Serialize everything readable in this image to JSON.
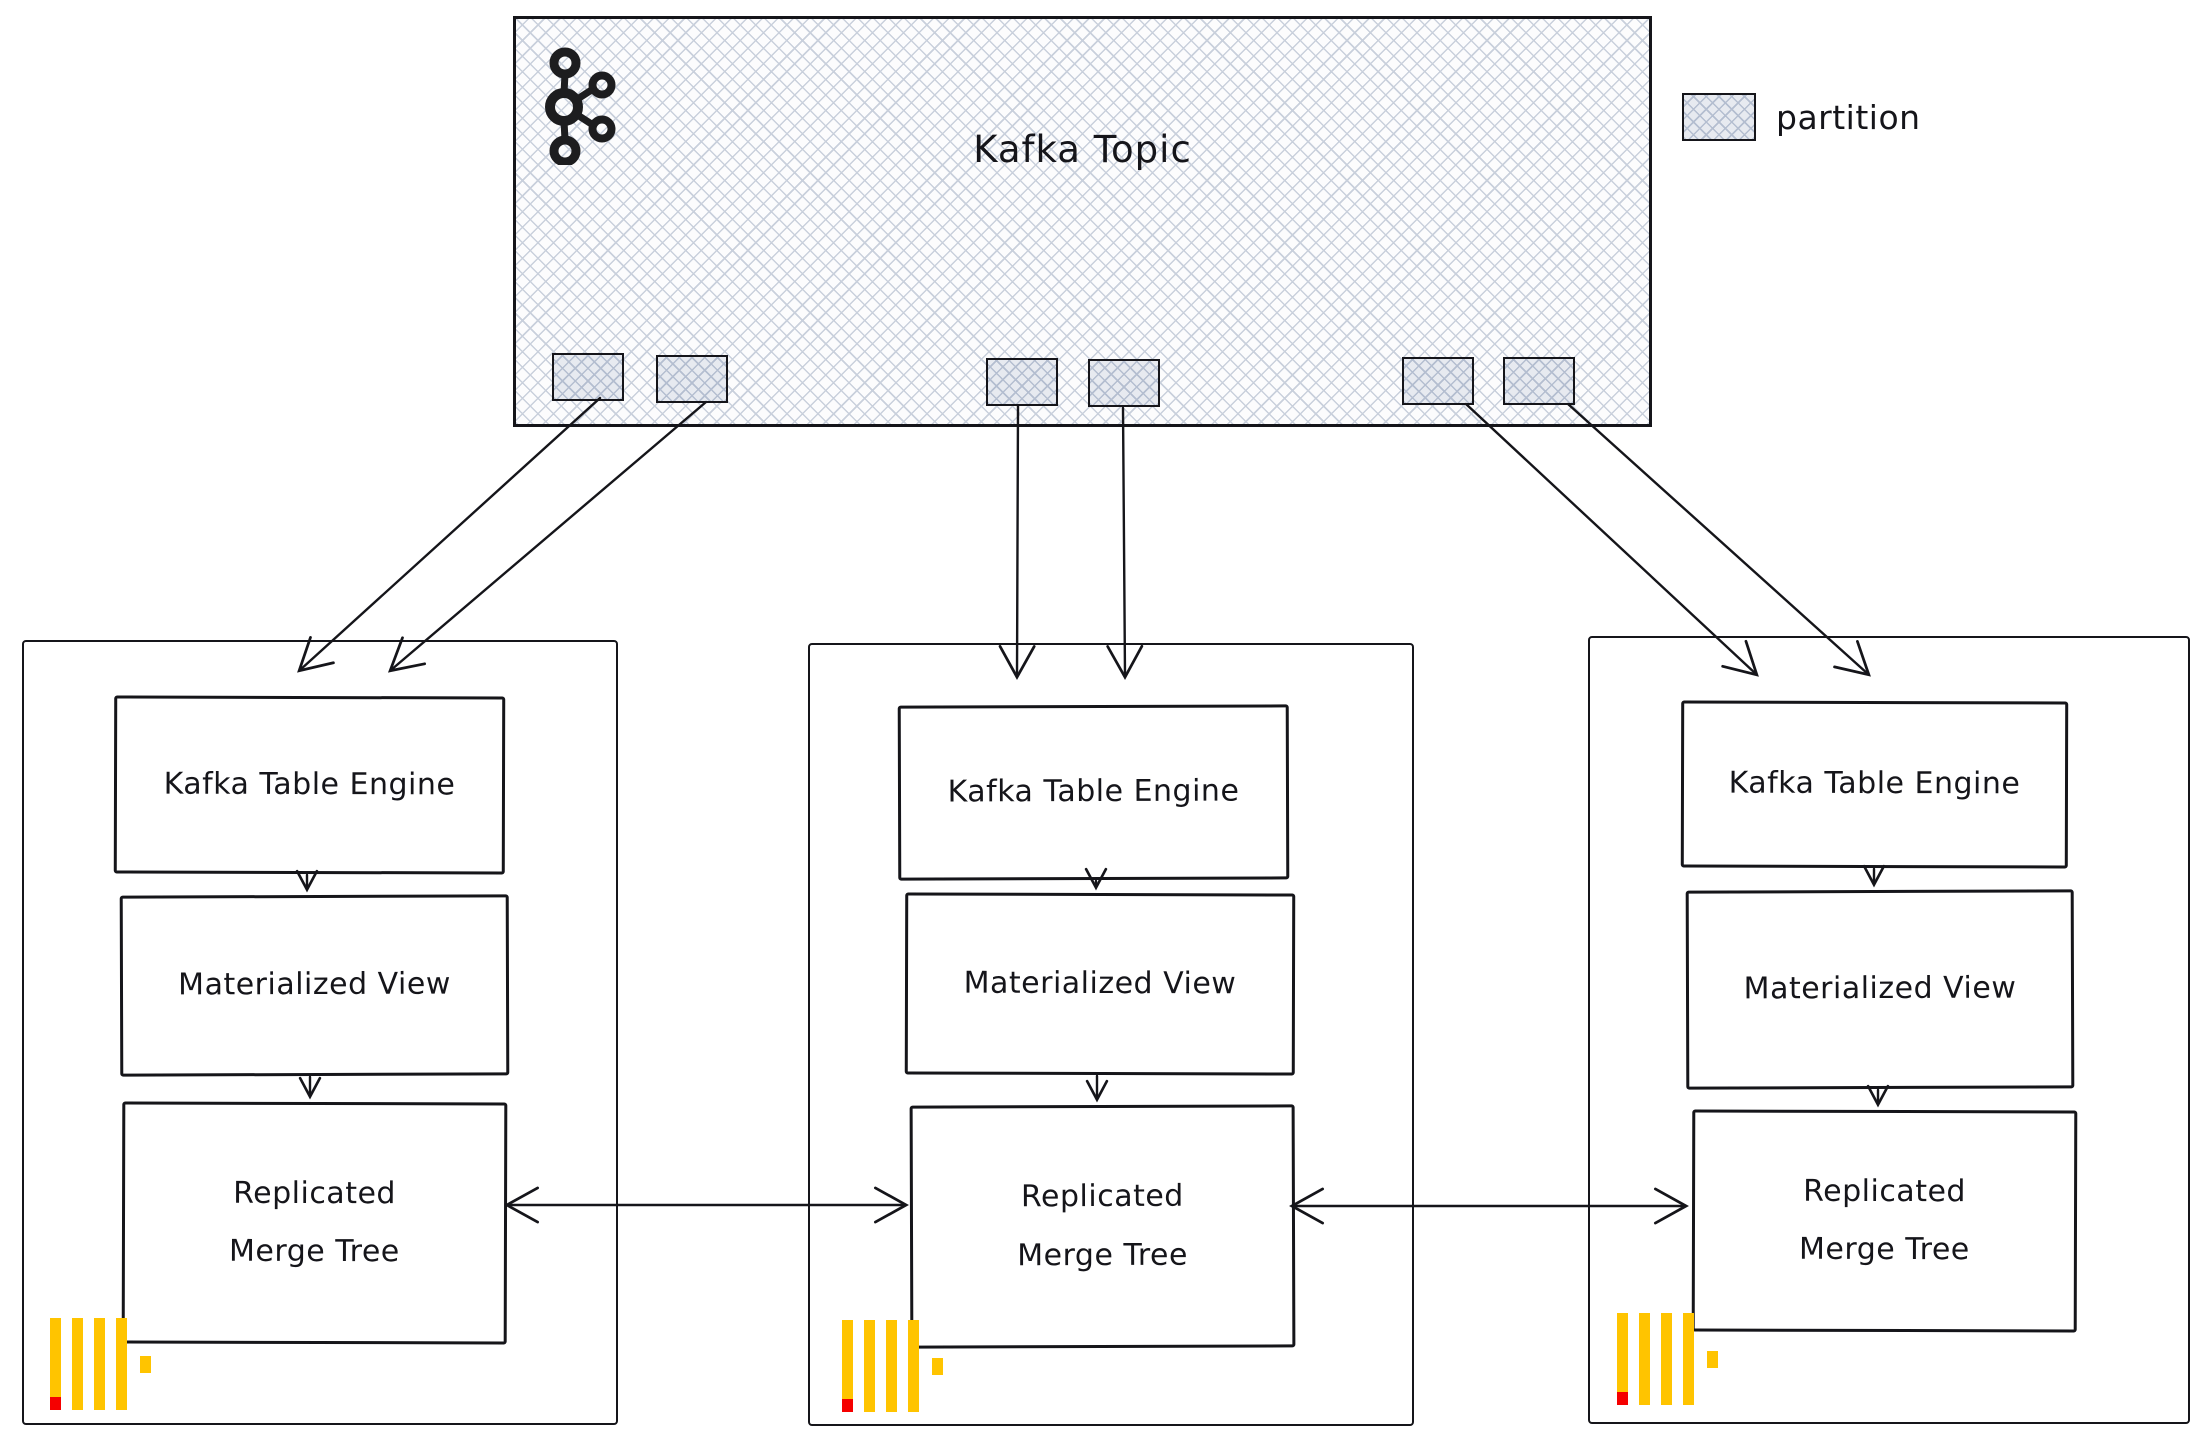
{
  "diagram": {
    "kafka_topic": {
      "label": "Kafka Topic",
      "icon": "kafka-logo-icon",
      "partition_count": 6
    },
    "legend": {
      "label": "partition"
    },
    "nodes": [
      {
        "id": "node-1",
        "kafka_table_engine": "Kafka Table Engine",
        "materialized_view": "Materialized View",
        "replicated_merge_tree": [
          "Replicated",
          "Merge Tree"
        ],
        "icon": "clickhouse-logo-icon"
      },
      {
        "id": "node-2",
        "kafka_table_engine": "Kafka Table Engine",
        "materialized_view": "Materialized View",
        "replicated_merge_tree": [
          "Replicated",
          "Merge Tree"
        ],
        "icon": "clickhouse-logo-icon"
      },
      {
        "id": "node-3",
        "kafka_table_engine": "Kafka Table Engine",
        "materialized_view": "Materialized View",
        "replicated_merge_tree": [
          "Replicated",
          "Merge Tree"
        ],
        "icon": "clickhouse-logo-icon"
      }
    ],
    "edges": [
      {
        "from": "partition-1",
        "to": "node-1-kafka-table-engine"
      },
      {
        "from": "partition-2",
        "to": "node-1-kafka-table-engine"
      },
      {
        "from": "partition-3",
        "to": "node-2-kafka-table-engine"
      },
      {
        "from": "partition-4",
        "to": "node-2-kafka-table-engine"
      },
      {
        "from": "partition-5",
        "to": "node-3-kafka-table-engine"
      },
      {
        "from": "partition-6",
        "to": "node-3-kafka-table-engine"
      },
      {
        "from": "node-1-kafka-table-engine",
        "to": "node-1-materialized-view"
      },
      {
        "from": "node-1-materialized-view",
        "to": "node-1-replicated-merge-tree"
      },
      {
        "from": "node-2-kafka-table-engine",
        "to": "node-2-materialized-view"
      },
      {
        "from": "node-2-materialized-view",
        "to": "node-2-replicated-merge-tree"
      },
      {
        "from": "node-3-kafka-table-engine",
        "to": "node-3-materialized-view"
      },
      {
        "from": "node-3-materialized-view",
        "to": "node-3-replicated-merge-tree"
      },
      {
        "between": [
          "node-1-replicated-merge-tree",
          "node-2-replicated-merge-tree"
        ],
        "bidirectional": true
      },
      {
        "between": [
          "node-2-replicated-merge-tree",
          "node-3-replicated-merge-tree"
        ],
        "bidirectional": true
      }
    ],
    "colors": {
      "ink": "#15151a",
      "hatch": "#c9d0dc",
      "clickhouse_yellow": "#ffc400",
      "clickhouse_red": "#f50000"
    }
  }
}
